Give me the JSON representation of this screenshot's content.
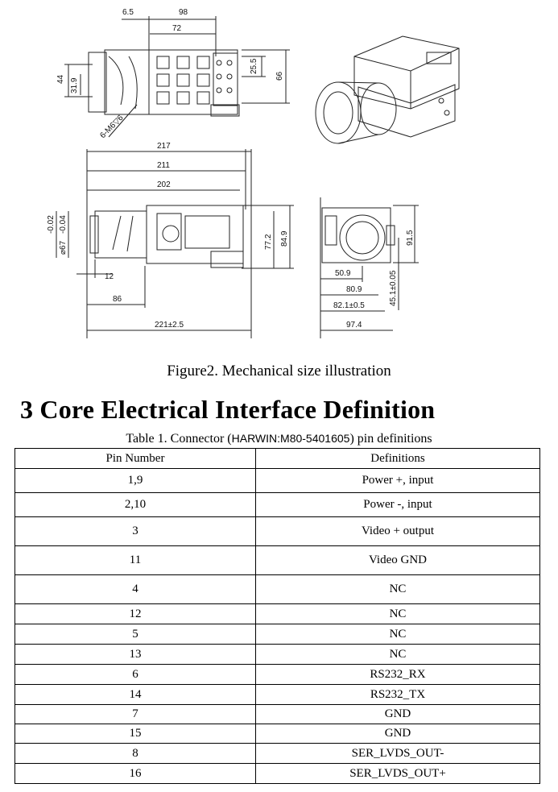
{
  "figure": {
    "caption": "Figure2. Mechanical size illustration",
    "dims_top": [
      "6.5",
      "98",
      "72",
      "25.5",
      "66",
      "44",
      "31.9",
      "6-M6▽6"
    ],
    "dims_front": [
      "217",
      "211",
      "202",
      "-0.02",
      "-0.04",
      "⌀67",
      "12",
      "86",
      "221±2.5",
      "77.2",
      "84.9"
    ],
    "dims_side": [
      "50.9",
      "80.9",
      "82.1±0.5",
      "97.4",
      "91.5",
      "45.1±0.05"
    ]
  },
  "section": {
    "title": "3 Core Electrical Interface Definition"
  },
  "table": {
    "caption_prefix": "Table 1. Connector (",
    "caption_model": "HARWIN:M80-5401605",
    "caption_suffix": ") pin definitions",
    "headers": [
      "Pin Number",
      "Definitions"
    ],
    "rows": [
      [
        "1,9",
        "Power +, input"
      ],
      [
        "2,10",
        "Power -, input"
      ],
      [
        "3",
        "Video + output"
      ],
      [
        "11",
        "Video GND"
      ],
      [
        "4",
        "NC"
      ],
      [
        "12",
        "NC"
      ],
      [
        "5",
        "NC"
      ],
      [
        "13",
        "NC"
      ],
      [
        "6",
        "RS232_RX"
      ],
      [
        "14",
        "RS232_TX"
      ],
      [
        "7",
        "GND"
      ],
      [
        "15",
        "GND"
      ],
      [
        "8",
        "SER_LVDS_OUT-"
      ],
      [
        "16",
        "SER_LVDS_OUT+"
      ]
    ]
  }
}
